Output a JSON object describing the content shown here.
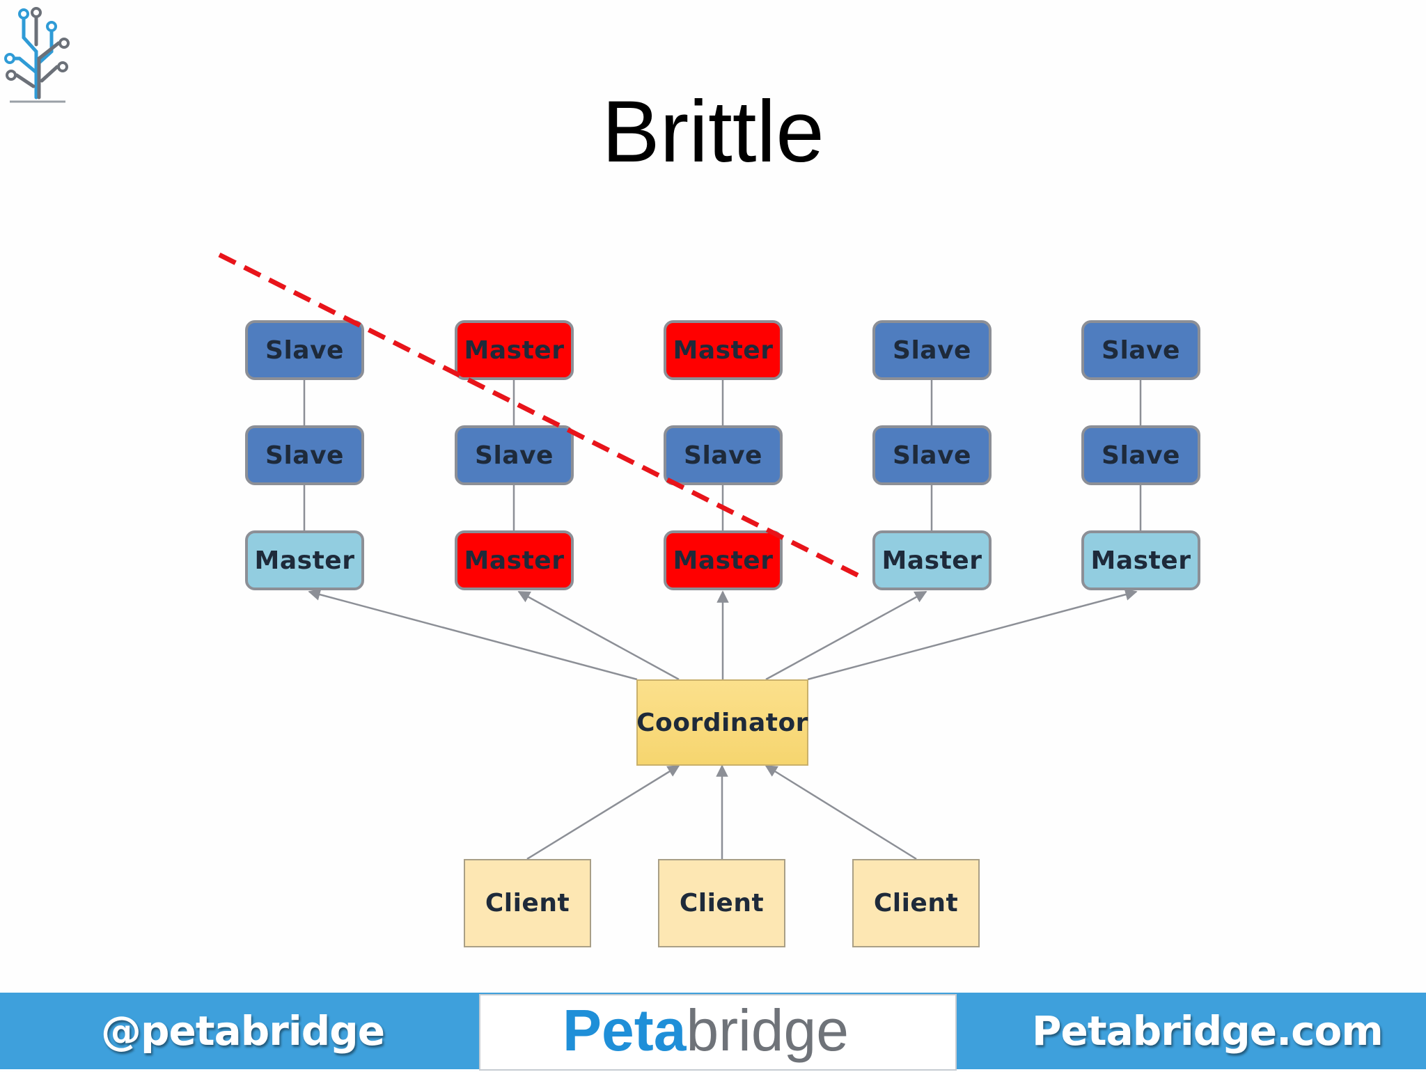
{
  "title": "Brittle",
  "nodes": {
    "col1": [
      "Slave",
      "Slave",
      "Master"
    ],
    "col2": [
      "Master",
      "Slave",
      "Master"
    ],
    "col3": [
      "Master",
      "Slave",
      "Master"
    ],
    "col4": [
      "Slave",
      "Slave",
      "Master"
    ],
    "col5": [
      "Slave",
      "Slave",
      "Master"
    ]
  },
  "failed_nodes": [
    "col2.0",
    "col2.2",
    "col3.0",
    "col3.2"
  ],
  "coordinator": "Coordinator",
  "clients": [
    "Client",
    "Client",
    "Client"
  ],
  "colors": {
    "slave": "#4f7dbf",
    "master": "#92cde0",
    "failed": "#ff0000",
    "coordinator": "#f8d978",
    "client": "#fde7b3",
    "partition_line": "#e8141a",
    "footer_bg": "#3ea0dc",
    "brand_blue": "#1f8fd8",
    "brand_gray": "#6f7379"
  },
  "footer": {
    "handle": "@petabridge",
    "brand_bold": "Peta",
    "brand_light": "bridge",
    "site": "Petabridge.com"
  },
  "icons": [
    "tree-circuit-logo-icon"
  ]
}
